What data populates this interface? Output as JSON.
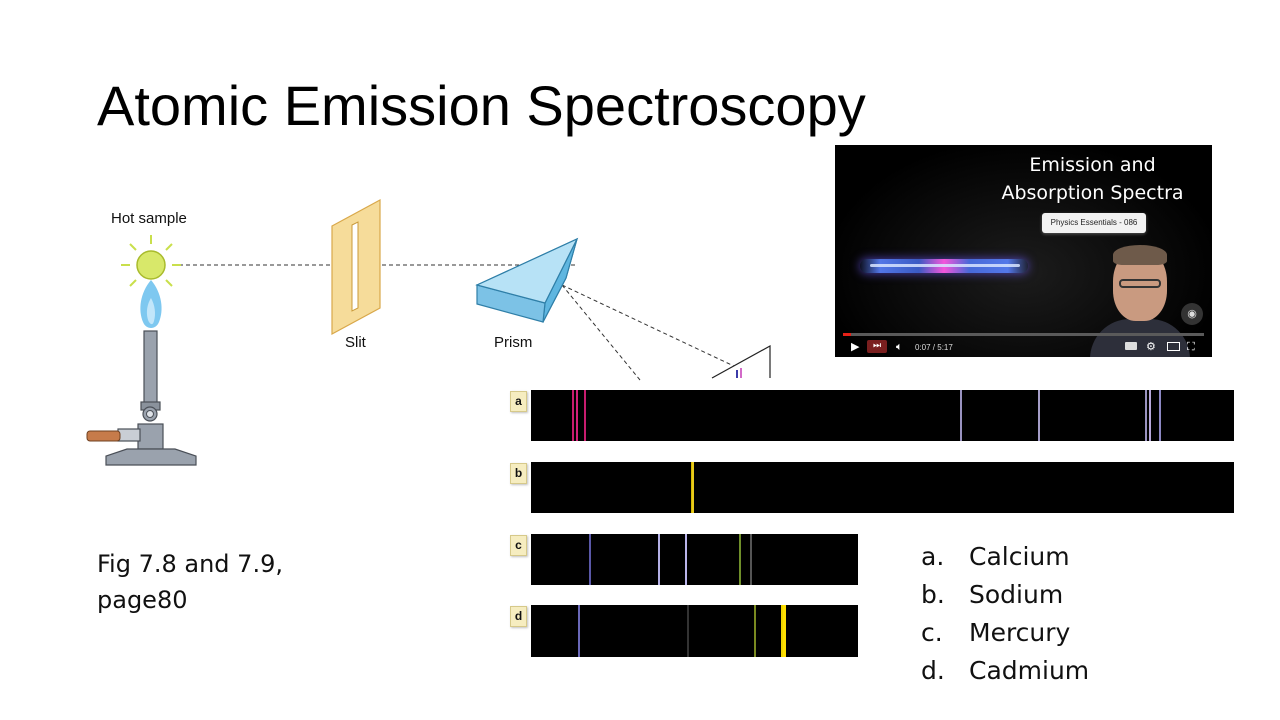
{
  "slide": {
    "title": "Atomic Emission Spectroscopy",
    "caption": "Fig 7.8 and 7.9, page80"
  },
  "diagram": {
    "labels": {
      "hot_sample": "Hot sample",
      "slit": "Slit",
      "prism": "Prism"
    }
  },
  "spectra": [
    {
      "label": "a",
      "element": "Calcium",
      "line_positions": [
        0.058,
        0.064,
        0.075,
        0.61,
        0.721,
        0.874,
        0.879,
        0.894
      ],
      "line_colors": [
        "#c81c6e",
        "#d2207a",
        "#c81c6e",
        "#9a93c0",
        "#a59ec8",
        "#9a93c0",
        "#b7a8da",
        "#8c88c4"
      ]
    },
    {
      "label": "b",
      "element": "Sodium",
      "line_positions": [
        0.227,
        0.229
      ],
      "line_colors": [
        "#d6b800",
        "#e8cb1c"
      ]
    },
    {
      "label": "c",
      "element": "Mercury",
      "line_positions": [
        0.178,
        0.387,
        0.47,
        0.635,
        0.669
      ],
      "line_colors": [
        "#5a58a8",
        "#b4b0e6",
        "#b9b4ea",
        "#6f8f2a",
        "#555555"
      ]
    },
    {
      "label": "d",
      "element": "Cadmium",
      "line_positions": [
        0.145,
        0.477,
        0.681,
        0.766,
        0.771
      ],
      "line_colors": [
        "#6a68b8",
        "#333333",
        "#7a8a20",
        "#f0d400",
        "#ffe000"
      ]
    }
  ],
  "element_list": [
    {
      "letter": "a.",
      "name": "Calcium"
    },
    {
      "letter": "b.",
      "name": "Sodium"
    },
    {
      "letter": "c.",
      "name": "Mercury"
    },
    {
      "letter": "d.",
      "name": "Cadmium"
    }
  ],
  "video": {
    "title": "Emission and Absorption Spectra",
    "badge": "Physics Essentials - 086",
    "time": "0:07 / 5:17",
    "progress": 0.022,
    "controls": {
      "play": "play-icon",
      "next": "skip-next-icon",
      "volume": "volume-icon",
      "captions": "closed-captions-icon",
      "settings": "gear-icon",
      "theater": "theater-mode-icon",
      "fullscreen": "fullscreen-icon"
    }
  },
  "colors": {
    "slit_frame": "#f3d089",
    "prism": "#8fd0ee",
    "flame": "#7ec8f0",
    "sun": "#c9df4c",
    "spectrum_bg": "#000000"
  }
}
